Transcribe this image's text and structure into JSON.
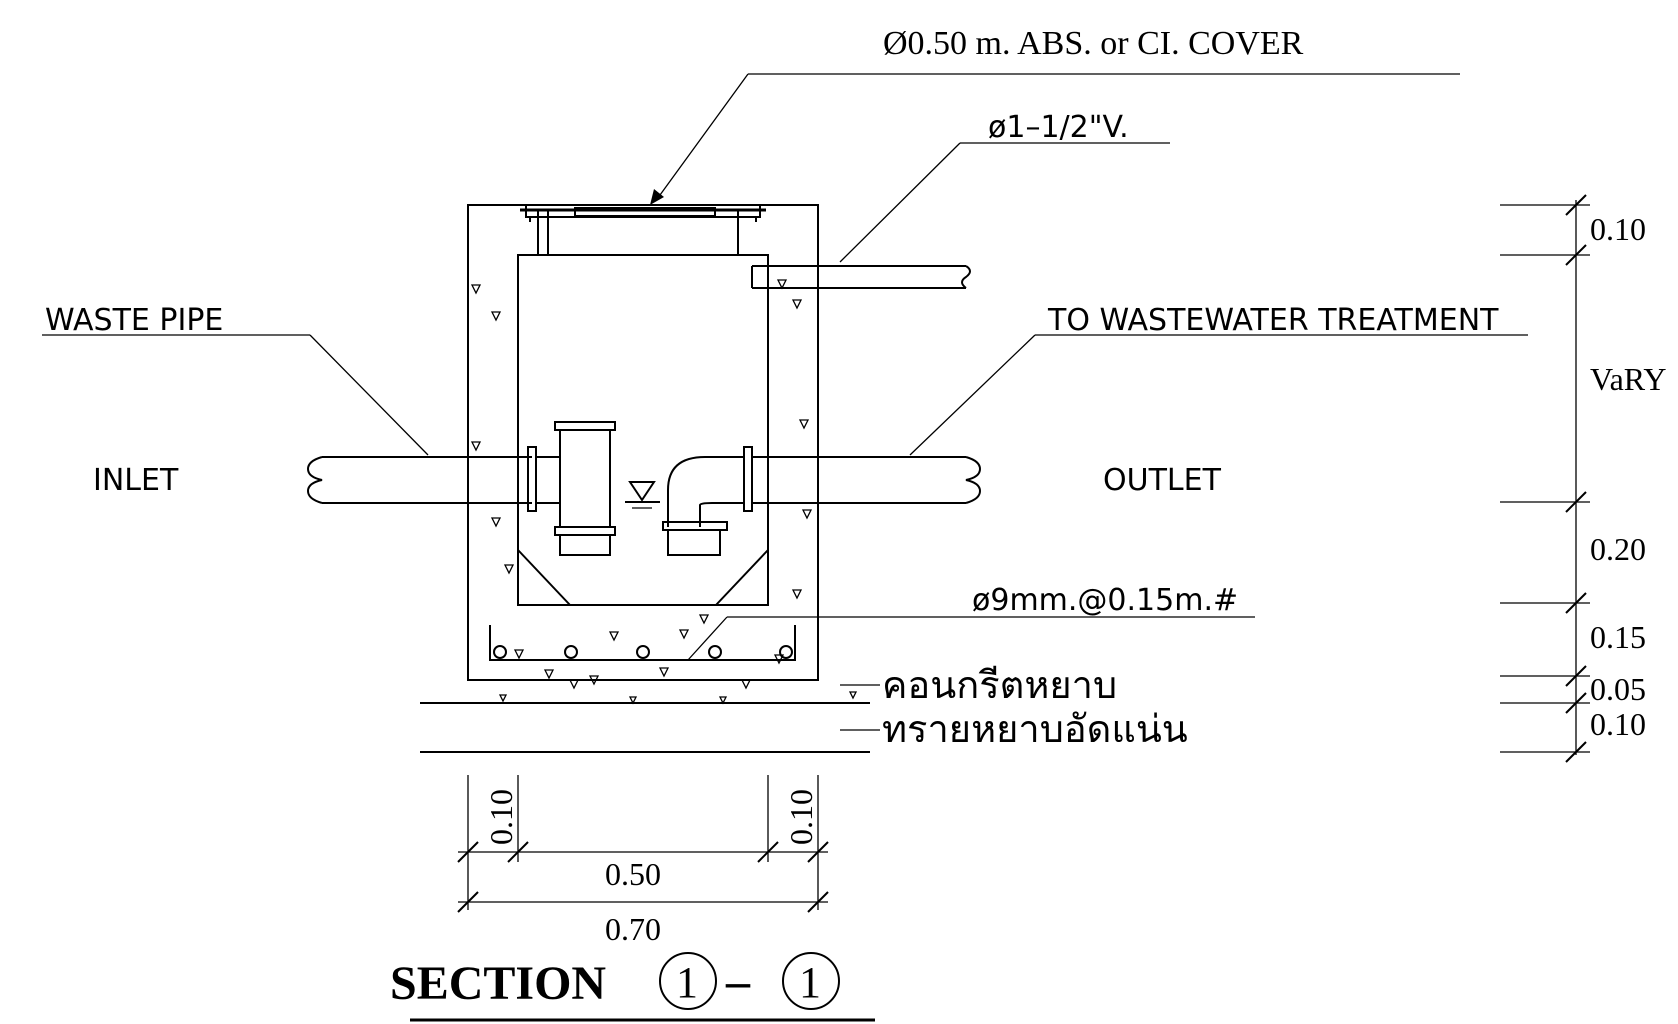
{
  "labels": {
    "cover": "Ø0.50 m. ABS. or CI. COVER",
    "vent": "ø1–1/2\"V.",
    "waste_pipe": "WASTE PIPE",
    "to_treatment": "TO WASTEWATER TREATMENT",
    "inlet": "INLET",
    "outlet": "OUTLET",
    "rebar": "ø9mm.@0.15m.#",
    "lean_concrete": "คอนกรีตหยาบ",
    "compacted_sand": "ทรายหยาบอัดแน่น"
  },
  "dims_right": {
    "top": "0.10",
    "vary": "VaRY",
    "d20": "0.20",
    "d15": "0.15",
    "d05": "0.05",
    "d10": "0.10"
  },
  "dims_bottom": {
    "wall_left": "0.10",
    "wall_right": "0.10",
    "inner": "0.50",
    "outer": "0.70"
  },
  "section_title": {
    "word": "SECTION",
    "left_num": "1",
    "dash": "–",
    "right_num": "1"
  }
}
